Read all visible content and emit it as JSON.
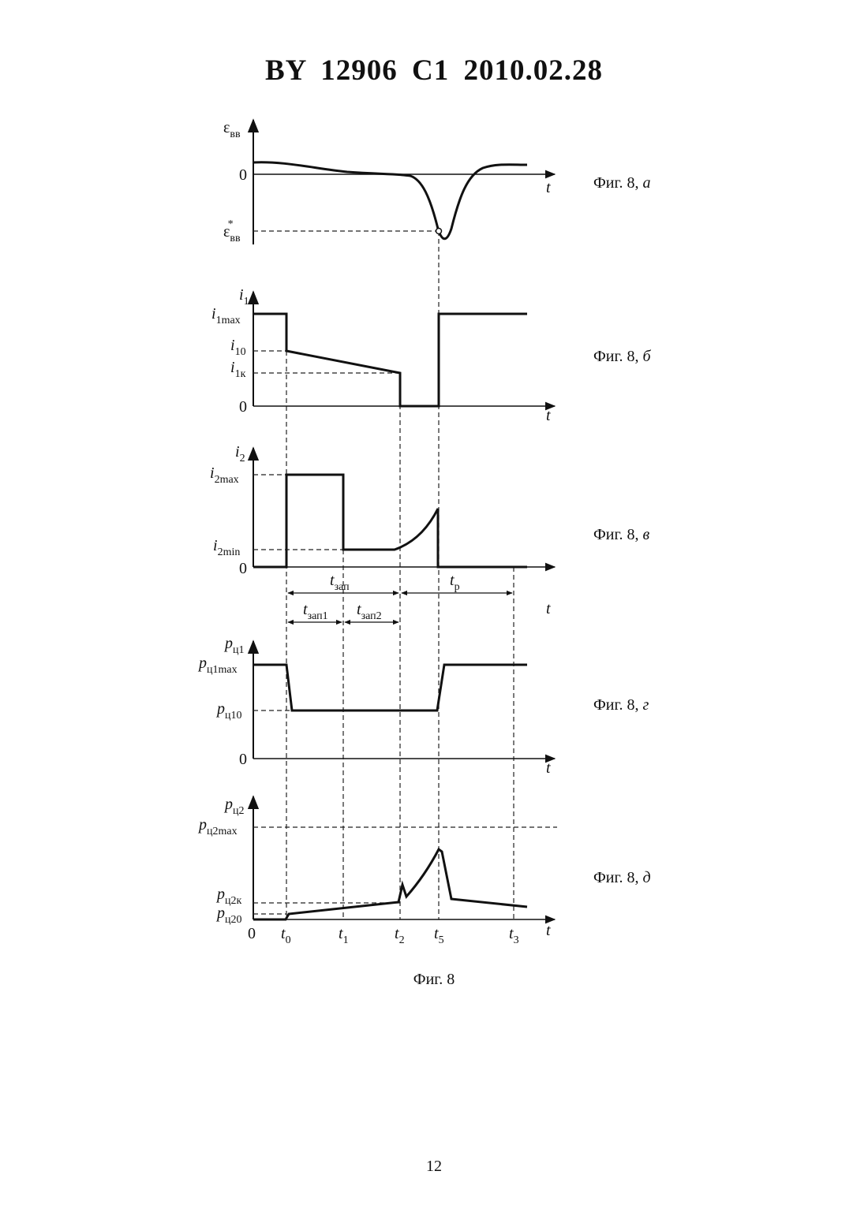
{
  "header": {
    "title": "BY 12906 C1 2010.02.28"
  },
  "page_number": "12",
  "figure_caption": "Фиг. 8",
  "panels": {
    "a": {
      "caption": "Фиг. 8, ",
      "letter": "а",
      "y_label": "ε",
      "y_sub": "вв",
      "zero": "0",
      "level_label": "ε",
      "level_sub": "вв",
      "level_sup": "*",
      "t_label": "t"
    },
    "b": {
      "caption": "Фиг. 8, ",
      "letter": "б",
      "y_label": "i",
      "y_sub": "1",
      "max_label": "i",
      "max_sub": "1max",
      "i10_label": "i",
      "i10_sub": "10",
      "i1k_label": "i",
      "i1k_sub": "1к",
      "zero": "0",
      "t_label": "t"
    },
    "c": {
      "caption": "Фиг. 8, ",
      "letter": "в",
      "y_label": "i",
      "y_sub": "2",
      "max_label": "i",
      "max_sub": "2max",
      "min_label": "i",
      "min_sub": "2min",
      "zero": "0",
      "tzap_label": "t",
      "tzap_sub": "зап",
      "tp_label": "t",
      "tp_sub": "р",
      "tzap1_label": "t",
      "tzap1_sub": "зап1",
      "tzap2_label": "t",
      "tzap2_sub": "зап2",
      "t_label": "t"
    },
    "d": {
      "caption": "Фиг. 8, ",
      "letter": "г",
      "y_label": "p",
      "y_sub": "ц1",
      "max_label": "p",
      "max_sub": "ц1max",
      "p10_label": "p",
      "p10_sub": "ц10",
      "zero": "0",
      "t_label": "t"
    },
    "e": {
      "caption": "Фиг. 8, ",
      "letter": "д",
      "y_label": "p",
      "y_sub": "ц2",
      "max_label": "p",
      "max_sub": "ц2max",
      "pk_label": "p",
      "pk_sub": "ц2к",
      "p20_label": "p",
      "p20_sub": "ц20",
      "t_label": "t",
      "ticks": [
        {
          "main": "0",
          "sub": ""
        },
        {
          "main": "t",
          "sub": "0"
        },
        {
          "main": "t",
          "sub": "1"
        },
        {
          "main": "t",
          "sub": "2"
        },
        {
          "main": "t",
          "sub": "5"
        },
        {
          "main": "t",
          "sub": "3"
        }
      ]
    }
  }
}
